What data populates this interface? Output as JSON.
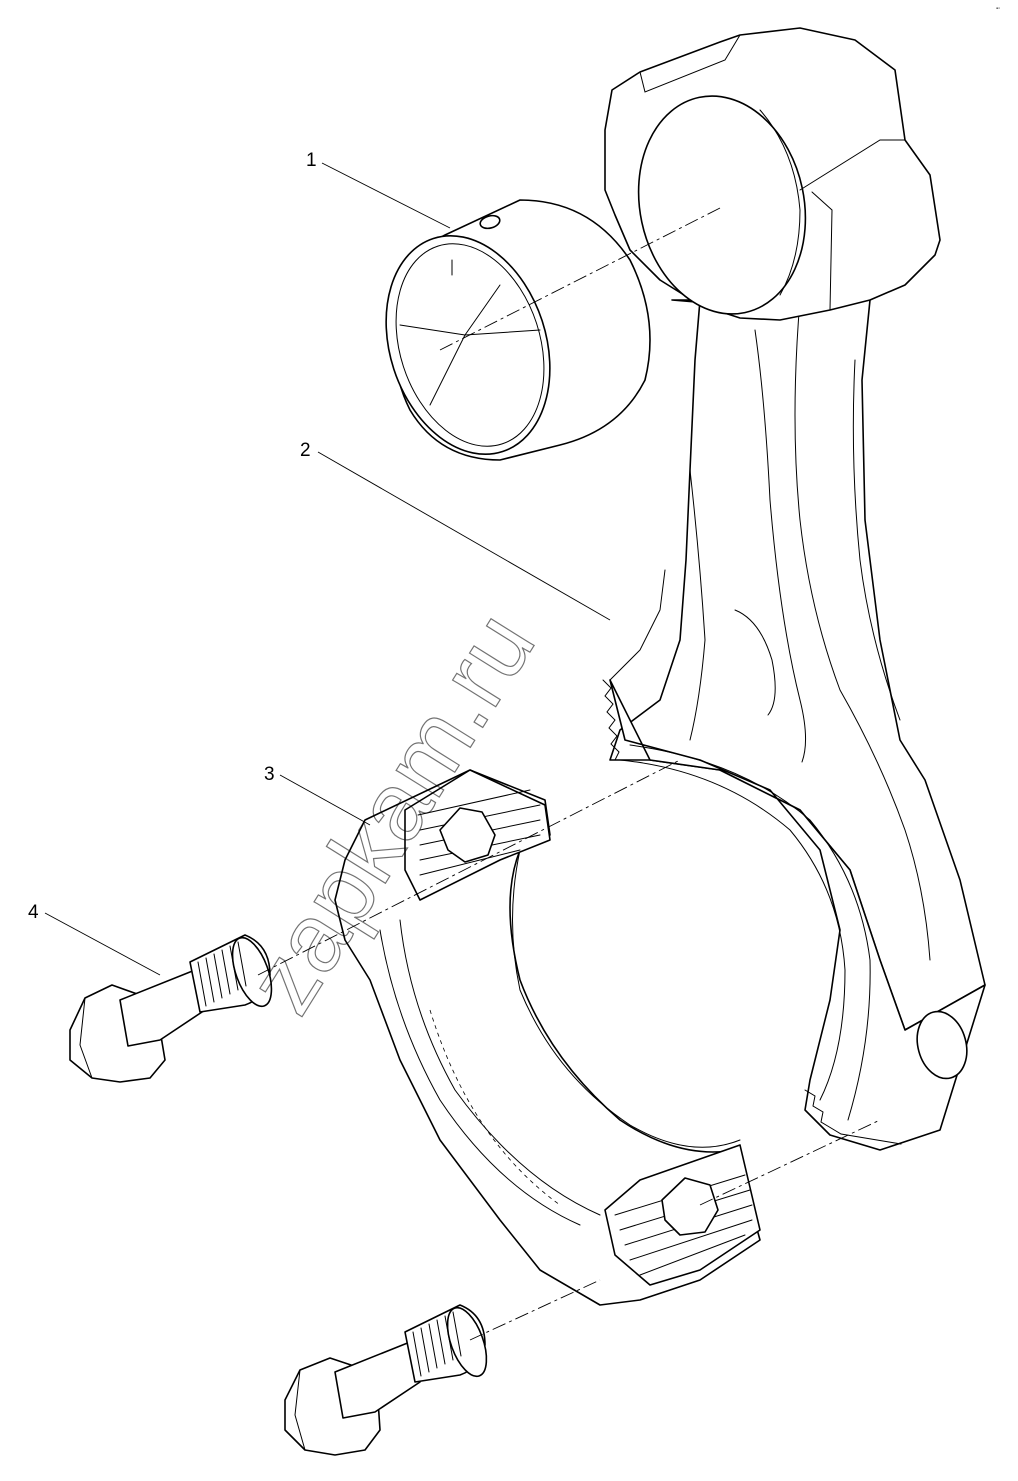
{
  "callouts": [
    {
      "id": "1",
      "label": "1"
    },
    {
      "id": "2",
      "label": "2"
    },
    {
      "id": "3",
      "label": "3"
    },
    {
      "id": "4",
      "label": "4"
    }
  ],
  "watermark": "zapkam.ru",
  "parts": {
    "bushing": "small-end-bushing",
    "rod": "connecting-rod",
    "cap": "connecting-rod-cap",
    "bolts": "connecting-rod-bolt"
  },
  "line_color": "#000000",
  "background_color": "#ffffff"
}
